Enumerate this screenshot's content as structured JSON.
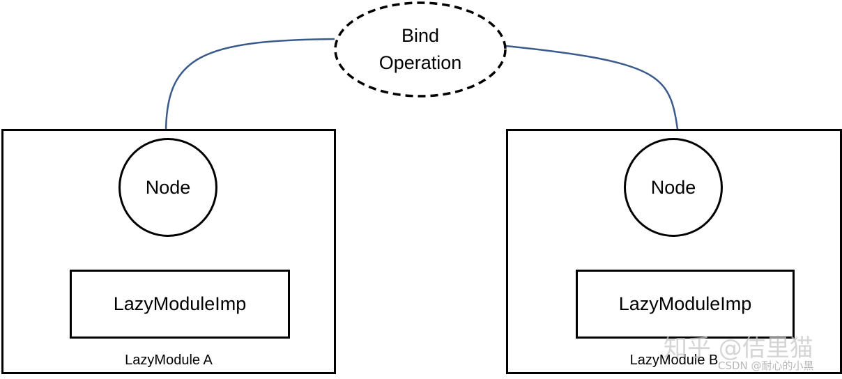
{
  "bind_operation": {
    "line1": "Bind",
    "line2": "Operation"
  },
  "modules": [
    {
      "node_label": "Node",
      "impl_label": "LazyModuleImp",
      "module_label": "LazyModule A"
    },
    {
      "node_label": "Node",
      "impl_label": "LazyModuleImp",
      "module_label": "LazyModule B"
    }
  ],
  "watermark": {
    "main": "知乎 @佶里猫",
    "sub": "CSDN @耐心的小黑"
  },
  "colors": {
    "connector": "#3a5a8c",
    "outline": "#000000"
  }
}
